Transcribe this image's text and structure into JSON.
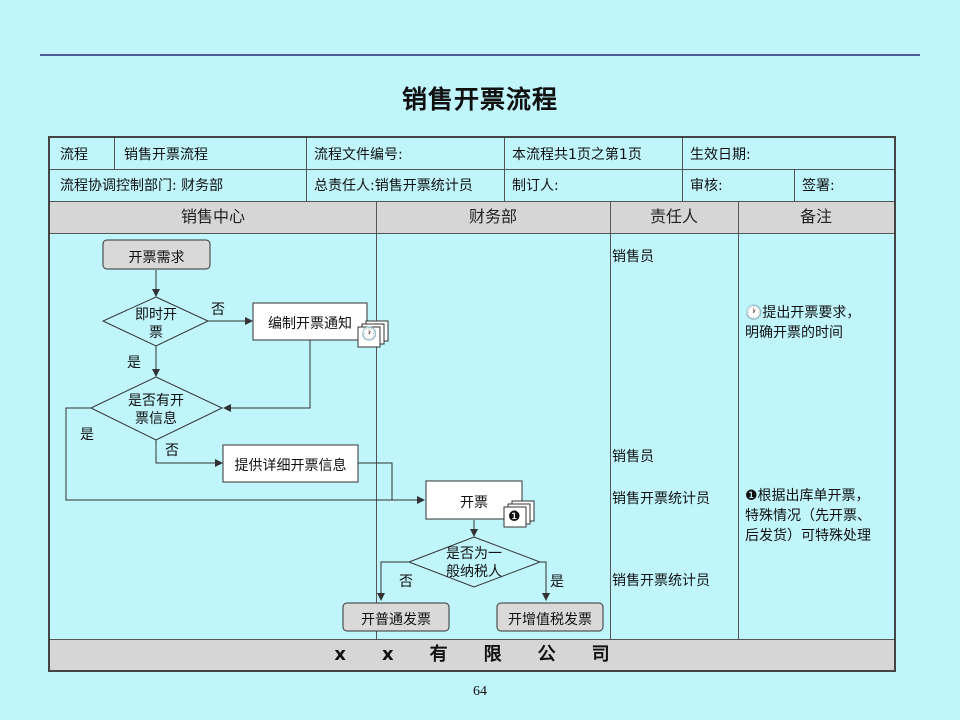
{
  "title": "销售开票流程",
  "page_number": "64",
  "header": {
    "row1": {
      "process_label": "流程",
      "process_name": "销售开票流程",
      "doc_no_label": "流程文件编号:",
      "page_info": "本流程共1页之第1页",
      "effective_date_label": "生效日期:"
    },
    "row2": {
      "dept_label": "流程协调控制部门: 财务部",
      "owner_label": "总责任人:销售开票统计员",
      "author_label": "制订人:",
      "review_label": "审核:",
      "sign_label": "签署:"
    }
  },
  "lanes": {
    "sales": "销售中心",
    "finance": "财务部",
    "owner": "责任人",
    "remarks": "备注"
  },
  "nodes": {
    "start": "开票需求",
    "decision_immediate_1": "即时开",
    "decision_immediate_2": "票",
    "compile_notice": "编制开票通知",
    "decision_info_1": "是否有开",
    "decision_info_2": "票信息",
    "provide_info": "提供详细开票信息",
    "invoice": "开票",
    "decision_taxpayer_1": "是否为一",
    "decision_taxpayer_2": "般纳税人",
    "ordinary_invoice": "开普通发票",
    "vat_invoice": "开增值税发票"
  },
  "edge_labels": {
    "immediate_no": "否",
    "immediate_yes": "是",
    "info_yes": "是",
    "info_no": "否",
    "taxpayer_no": "否",
    "taxpayer_yes": "是"
  },
  "doc_markers": {
    "notice": "🕐",
    "invoice": "❶"
  },
  "responsible": {
    "r1": "销售员",
    "r2": "销售员",
    "r3": "销售开票统计员",
    "r4": "销售开票统计员"
  },
  "remarks": {
    "note1_line1": "🕐提出开票要求，",
    "note1_line2": "明确开票的时间",
    "note2_line1": "❶根据出库单开票，",
    "note2_line2": "特殊情况（先开票、",
    "note2_line3": "后发货）可特殊处理"
  },
  "footer": "x　　x　　有　　限　　公　　司",
  "colors": {
    "background": "#bff5fb",
    "header_band": "#d6d6d6",
    "node_fill_gray": "#d9d9d9",
    "line": "#333333"
  }
}
